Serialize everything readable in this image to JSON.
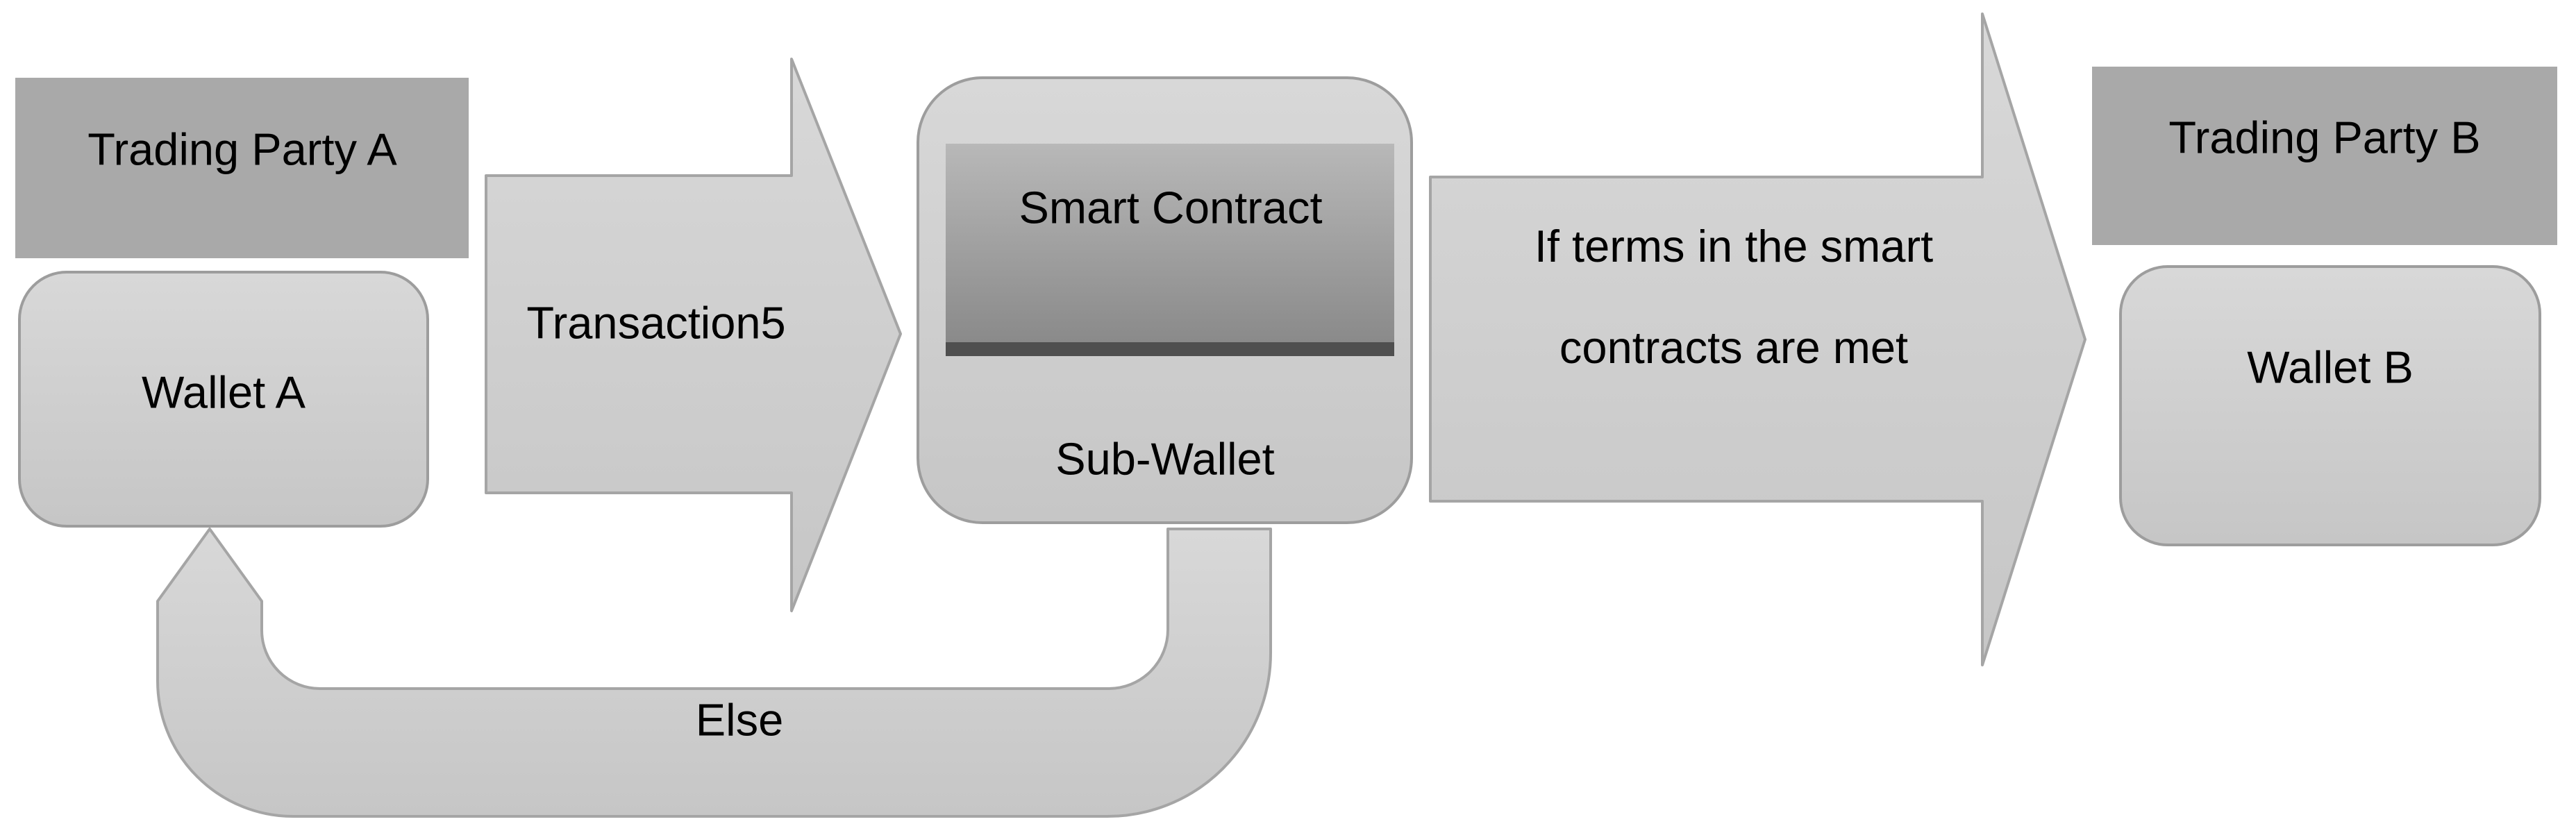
{
  "nodes": {
    "trading_party_a": {
      "label": "Trading Party A"
    },
    "wallet_a": {
      "label": "Wallet A"
    },
    "smart_contract": {
      "label": "Smart Contract"
    },
    "sub_wallet": {
      "label": "Sub-Wallet"
    },
    "trading_party_b": {
      "label": "Trading Party B"
    },
    "wallet_b": {
      "label": "Wallet B"
    }
  },
  "edges": {
    "transaction": {
      "label": "Transaction5"
    },
    "success": {
      "label_line1": "If terms in the smart",
      "label_line2": "contracts are met"
    },
    "else_loop": {
      "label": "Else"
    }
  },
  "colors": {
    "background": "#ffffff",
    "text": "#000000",
    "node_dark_fill": "#a9a9a9",
    "light_fill_top": "#d8d8d8",
    "light_fill_bottom": "#c6c6c6",
    "node_border": "#9d9d9d",
    "arrow_border": "#a5a5a5",
    "contract_top": "#b8b8b8",
    "contract_bottom": "#8a8a8a",
    "contract_strip": "#4f4f4f"
  }
}
